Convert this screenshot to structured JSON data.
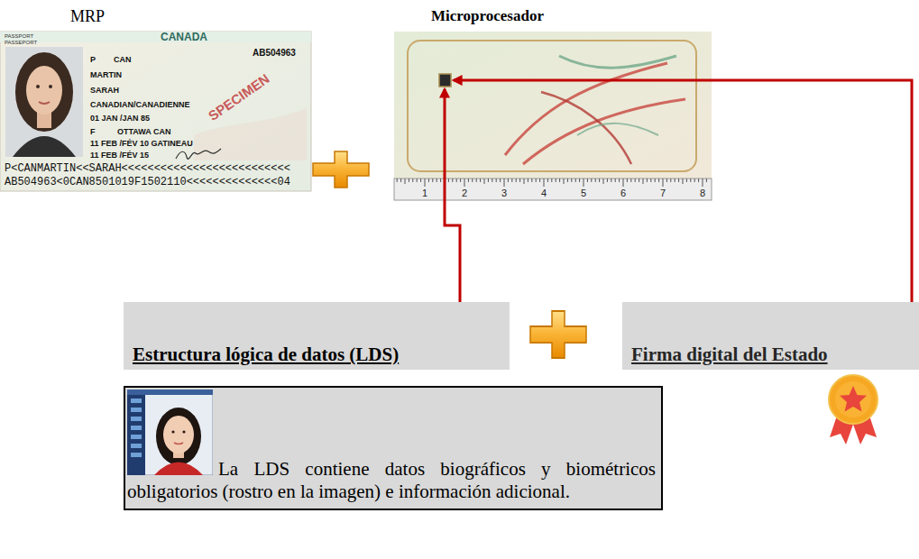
{
  "diagram": {
    "nodes": [
      {
        "text": [
          "MRP"
        ]
      },
      {
        "text": [
          "Microprocesador"
        ]
      },
      {
        "text": [
          "Estructura lógica de datos (LDS)"
        ]
      },
      {
        "text": [
          "Firma digital del Estado"
        ]
      },
      {
        "text": [
          "La LDS contiene datos biográficos y biométricos obligatorios (rostro en la imagen) e información adicional."
        ]
      }
    ],
    "edges": [
      {
        "from": 2,
        "to": 1,
        "arrow": "to"
      },
      {
        "from": 3,
        "to": 1,
        "arrow": "to"
      }
    ],
    "labels": [
      "PASSPORT",
      "PASSEPORT",
      "CANADA",
      "P",
      "CAN",
      "AB504963",
      "MARTIN",
      "SARAH",
      "CANADIAN/CANADIENNE",
      "01 JAN /JAN 85",
      "F",
      "OTTAWA CAN",
      "11 FEB /FÉV 10 GATINEAU",
      "11 FEB /FÉV 15",
      "SPECIMEN",
      "P<CANMARTIN<<SARAH<<<<<<<<<<<<<<<<<<<<<<<<<<",
      "AB504963<0CAN8501019F1502110<<<<<<<<<<<<<<04",
      "1",
      "2",
      "3",
      "4",
      "5",
      "6",
      "7",
      "8"
    ]
  }
}
